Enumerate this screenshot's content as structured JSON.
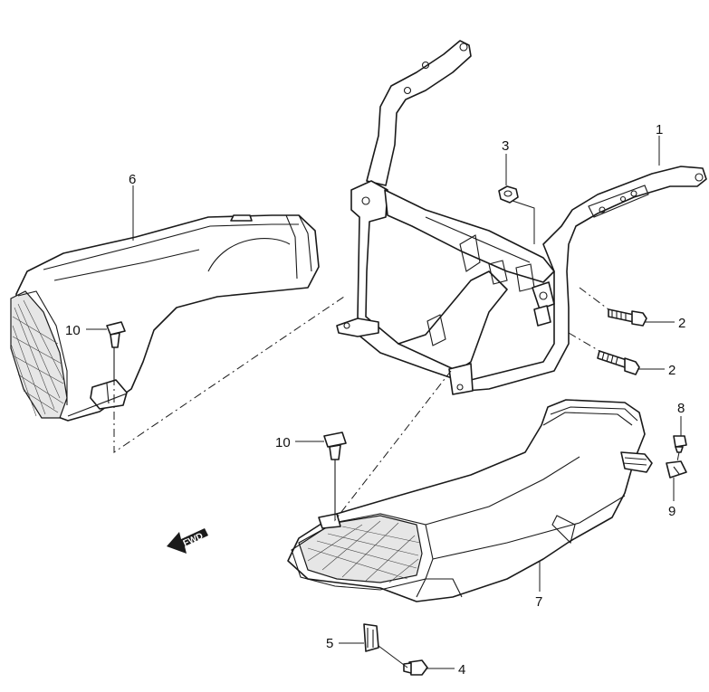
{
  "callouts": {
    "c1": "1",
    "c2a": "2",
    "c2b": "2",
    "c3": "3",
    "c4": "4",
    "c5": "5",
    "c6": "6",
    "c7": "7",
    "c8": "8",
    "c9": "9",
    "c10a": "10",
    "c10b": "10"
  },
  "fwd_label": "FWD"
}
